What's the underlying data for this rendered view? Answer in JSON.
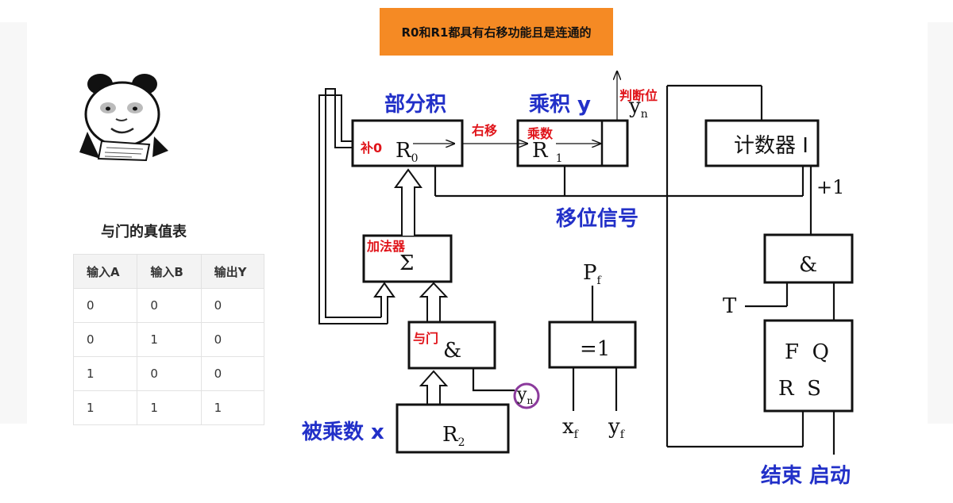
{
  "banner": {
    "text": "R0和R1都具有右移功能且是连通的"
  },
  "truth_table": {
    "title": "与门的真值表",
    "headers": [
      "输入A",
      "输入B",
      "输出Y"
    ],
    "rows": [
      [
        "0",
        "0",
        "0"
      ],
      [
        "0",
        "1",
        "0"
      ],
      [
        "1",
        "0",
        "0"
      ],
      [
        "1",
        "1",
        "1"
      ]
    ]
  },
  "diagram": {
    "blue_labels": {
      "partial_product": "部分积",
      "product": "乘积 y",
      "shift_signal": "移位信号",
      "multiplicand": "被乘数 x",
      "end_start": "结束  启动"
    },
    "red_labels": {
      "zero_fill": "补0",
      "shift_right": "右移",
      "multiplier": "乘数",
      "judge_bit": "判断位",
      "adder": "加法器",
      "and_gate": "与门"
    },
    "black_labels": {
      "r0": "R",
      "r0_sub": "0",
      "r1": "R",
      "r1_sub": "1",
      "yn_top": "y",
      "yn_top_sub": "n",
      "counter": "计数器 I",
      "plus_one": "+1",
      "sigma": "Σ",
      "and_symbol": "&",
      "and_symbol_right": "&",
      "pf": "P",
      "pf_sub": "f",
      "xor_symbol": "=1",
      "t_input": "T",
      "ff_fq": "F  Q",
      "ff_rs": "R  S",
      "yn_circle": "y",
      "yn_circle_sub": "n",
      "r2": "R",
      "r2_sub": "2",
      "xf": "x",
      "xf_sub": "f",
      "yf": "y",
      "yf_sub": "f"
    },
    "colors": {
      "blue": "#2230c8",
      "red": "#e0141a",
      "line": "#111111",
      "circle": "#8b3a9c",
      "banner": "#f58a24"
    }
  }
}
